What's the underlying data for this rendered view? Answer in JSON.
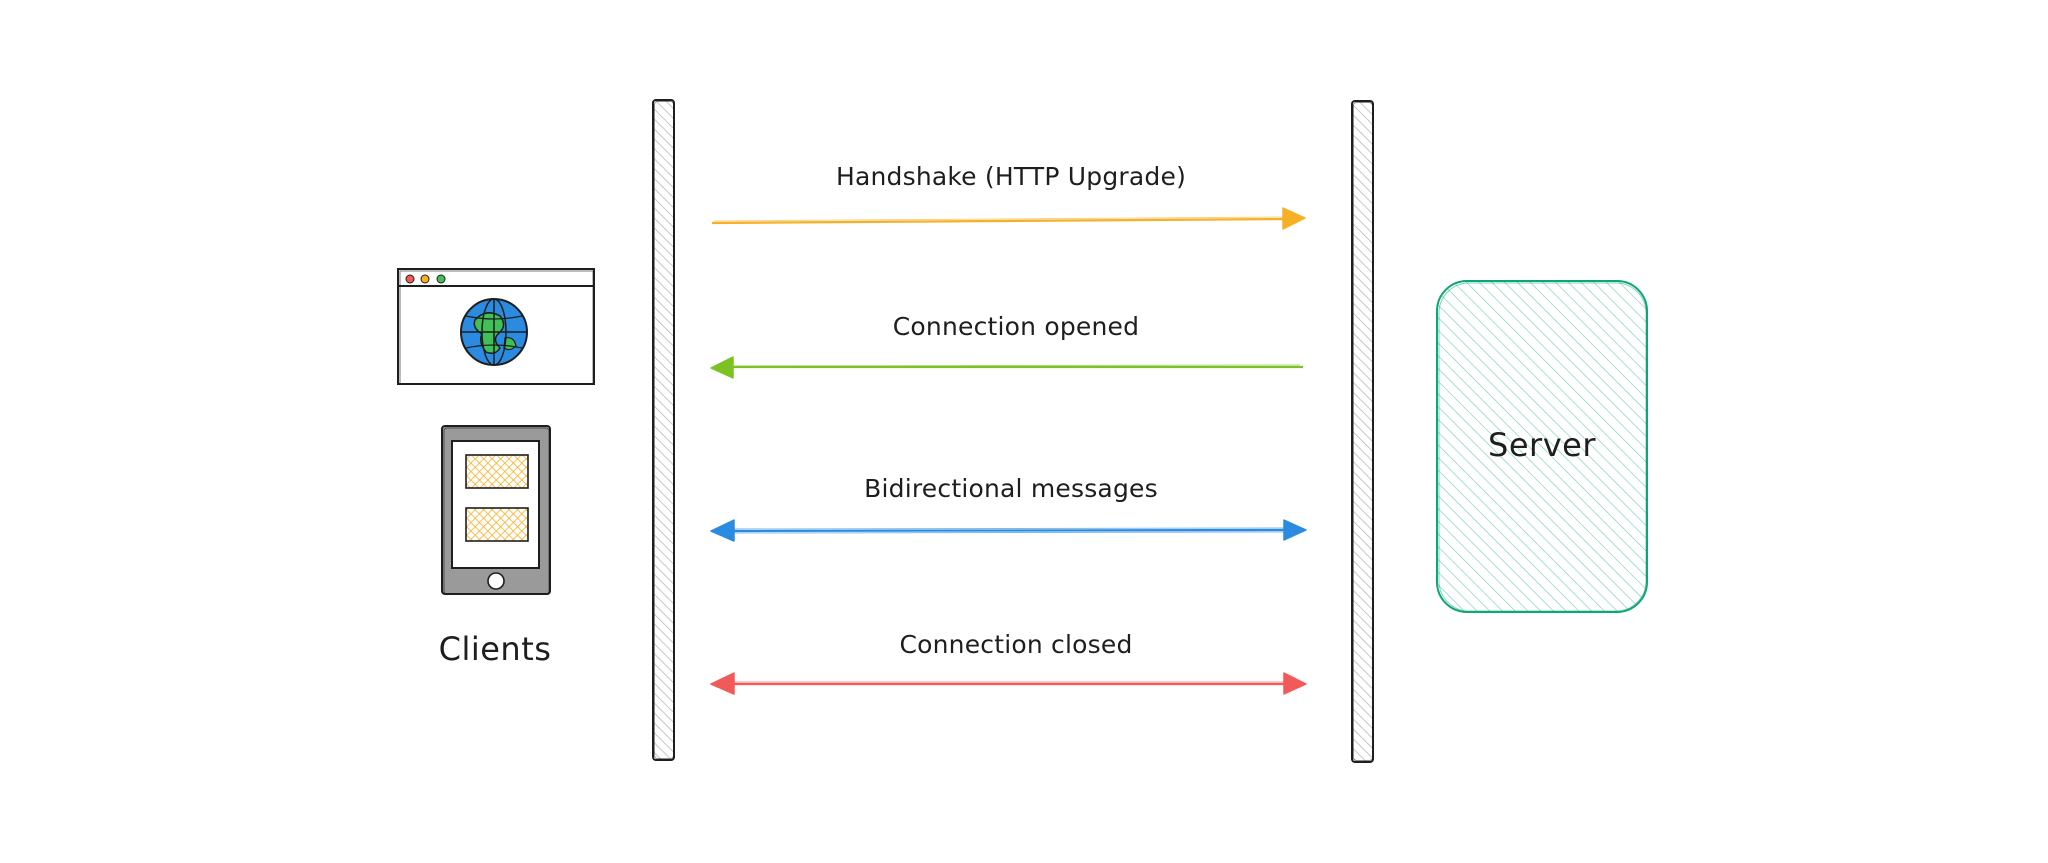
{
  "clients": {
    "label": "Clients",
    "browser_icon": "browser-window-globe-icon",
    "device_icon": "tablet-device-icon"
  },
  "server": {
    "label": "Server",
    "color": "#0ca678"
  },
  "messages": [
    {
      "label": "Handshake (HTTP Upgrade)",
      "direction": "to-server",
      "color": "#f5b025"
    },
    {
      "label": "Connection opened",
      "direction": "to-client",
      "color": "#7cc224"
    },
    {
      "label": "Bidirectional messages",
      "direction": "both",
      "color": "#2a8be0"
    },
    {
      "label": "Connection closed",
      "direction": "both",
      "color": "#f25a5a"
    }
  ],
  "colors": {
    "stroke": "#1e1e1e",
    "browser_dots": [
      "#f25a5a",
      "#f5b025",
      "#40c057"
    ],
    "globe_blue": "#2a8be0",
    "globe_green": "#40c057",
    "tablet_fill": "#f5b025"
  }
}
